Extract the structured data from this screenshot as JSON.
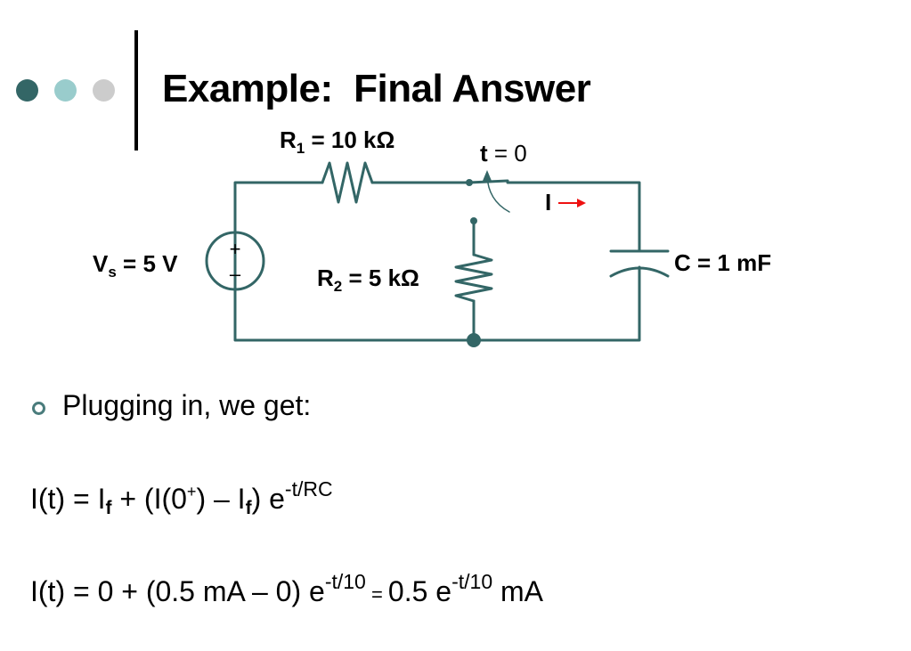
{
  "title": "Example:  Final Answer",
  "circuit": {
    "r1_name": "R",
    "r1_sub": "1",
    "r1_value": " = 10 kΩ",
    "r2_name": "R",
    "r2_sub": "2",
    "r2_value": " = 5 kΩ",
    "vs_name": "V",
    "vs_sub": "s",
    "vs_value": " = 5 V",
    "c_label": "C = 1 mF",
    "switch_t": "t",
    "switch_eq": " = 0",
    "current_label": "I",
    "source_plus": "+",
    "source_minus": "–"
  },
  "bullet_text": "Plugging in, we get:",
  "equation1": {
    "lhs": "I(t) = I",
    "sub_f1": "f",
    "mid": " + (I(0",
    "plus_sup": "+",
    "mid2": ") – I",
    "sub_f2": "f",
    "close": ") e",
    "exp": "-t/RC"
  },
  "equation2": {
    "part1": "I(t) = 0 + (0.5 mA – 0) e",
    "exp1": "-t/10",
    "eq_sign": " = ",
    "part2": "0.5 e",
    "exp2": "-t/10",
    "unit": " mA"
  },
  "colors": {
    "wire": "#336666",
    "current_arrow": "#ee1111",
    "dot_dark": "#336666",
    "dot_light": "#99cccc",
    "dot_gray": "#cccccc"
  }
}
